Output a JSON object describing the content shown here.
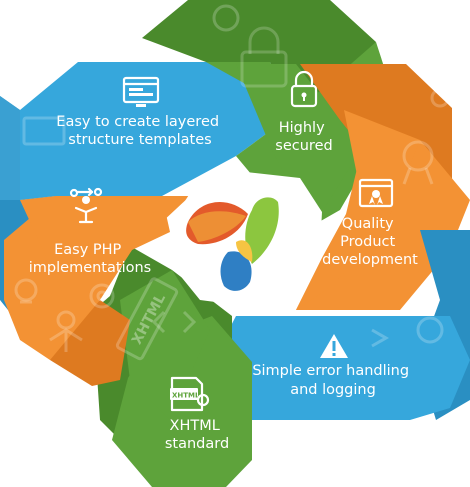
{
  "diagram": {
    "colors": {
      "blue": "#36a7dc",
      "blue_dark": "#2a8fc2",
      "green": "#5ea33b",
      "green_dark": "#4a8a2c",
      "orange": "#f39234",
      "orange_dark": "#de7a20"
    },
    "segments": [
      {
        "id": "layered",
        "lines": [
          "Easy to create layered",
          "structure templates"
        ],
        "icon": "browser-window-icon",
        "color": "blue"
      },
      {
        "id": "secured",
        "lines": [
          "Highly",
          "secured"
        ],
        "icon": "padlock-icon",
        "color": "green"
      },
      {
        "id": "quality",
        "lines": [
          "Quality",
          "Product",
          "development"
        ],
        "icon": "award-window-icon",
        "color": "orange"
      },
      {
        "id": "error",
        "lines": [
          "Simple error handling",
          "and logging"
        ],
        "icon": "warning-triangle-icon",
        "color": "blue"
      },
      {
        "id": "xhtml",
        "lines": [
          "XHTML",
          "standard"
        ],
        "icon": "xhtml-file-icon",
        "color": "green"
      },
      {
        "id": "php",
        "lines": [
          "Easy PHP",
          "implementations"
        ],
        "icon": "person-gears-icon",
        "color": "orange"
      }
    ],
    "xhtml_icon_text": "XHTML",
    "xhtml_watermark_text": "XHTML"
  }
}
